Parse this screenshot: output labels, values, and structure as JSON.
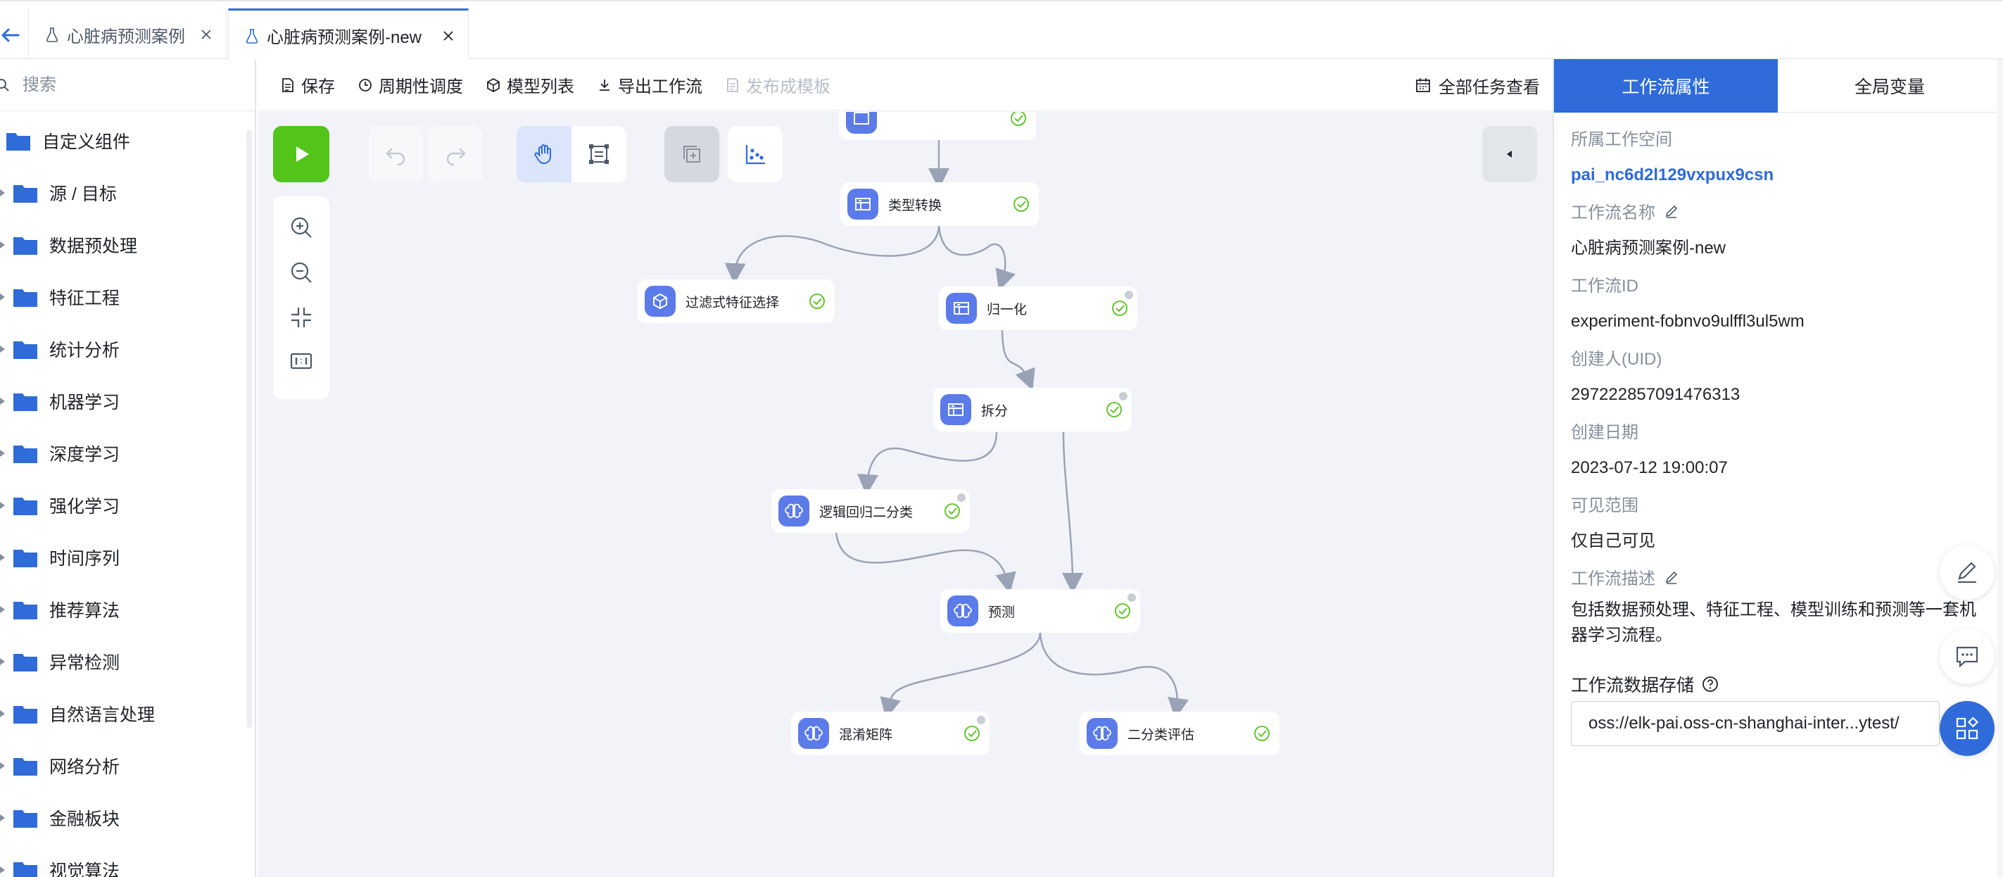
{
  "tabs": [
    {
      "label": "心脏病预测案例",
      "active": false
    },
    {
      "label": "心脏病预测案例-new",
      "active": true
    }
  ],
  "sidebar": {
    "search_placeholder": "搜索",
    "root_label": "自定义组件",
    "items": [
      "源 / 目标",
      "数据预处理",
      "特征工程",
      "统计分析",
      "机器学习",
      "深度学习",
      "强化学习",
      "时间序列",
      "推荐算法",
      "异常检测",
      "自然语言处理",
      "网络分析",
      "金融板块",
      "视觉算法"
    ]
  },
  "toolbar": {
    "save": "保存",
    "schedule": "周期性调度",
    "models": "模型列表",
    "export": "导出工作流",
    "publish": "发布成模板",
    "all_tasks": "全部任务查看"
  },
  "canvas": {
    "nodes": [
      {
        "id": "top",
        "label": ""
      },
      {
        "id": "cast",
        "label": "类型转换"
      },
      {
        "id": "filter",
        "label": "过滤式特征选择"
      },
      {
        "id": "norm",
        "label": "归一化"
      },
      {
        "id": "split",
        "label": "拆分"
      },
      {
        "id": "lr",
        "label": "逻辑回归二分类"
      },
      {
        "id": "pred",
        "label": "预测"
      },
      {
        "id": "cm",
        "label": "混淆矩阵"
      },
      {
        "id": "eval",
        "label": "二分类评估"
      }
    ]
  },
  "right_panel": {
    "tab_props": "工作流属性",
    "tab_vars": "全局变量",
    "workspace_label": "所属工作空间",
    "workspace_value": "pai_nc6d2l129vxpux9csn",
    "name_label": "工作流名称",
    "name_value": "心脏病预测案例-new",
    "id_label": "工作流ID",
    "id_value": "experiment-fobnvo9ulffl3ul5wm",
    "creator_label": "创建人(UID)",
    "creator_value": "297222857091476313",
    "date_label": "创建日期",
    "date_value": "2023-07-12 19:00:07",
    "visibility_label": "可见范围",
    "visibility_value": "仅自己可见",
    "desc_label": "工作流描述",
    "desc_value": "包括数据预处理、特征工程、模型训练和预测等一套机器学习流程。",
    "storage_label": "工作流数据存储",
    "storage_value": "oss://elk-pai.oss-cn-shanghai-inter...ytest/"
  },
  "colors": {
    "accent": "#2f6bd9",
    "run": "#52c41a",
    "node_icon": "#5b7be9",
    "success": "#52c41a",
    "folder": "#2f6bd9"
  }
}
